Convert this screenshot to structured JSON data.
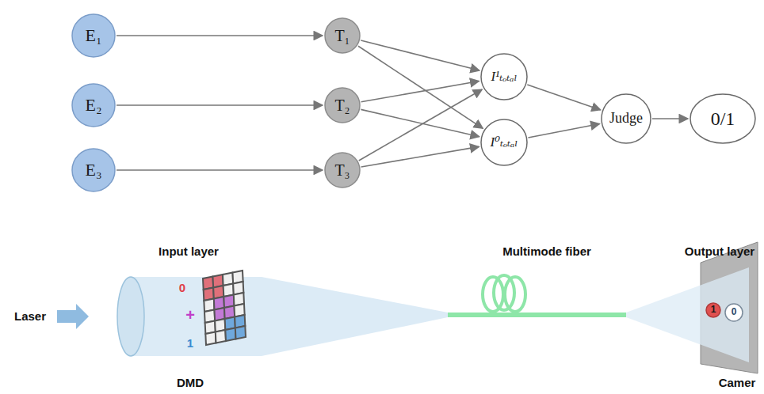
{
  "diagram": {
    "nodes": [
      {
        "text": [
          "E₁"
        ]
      },
      {
        "text": [
          "E₂"
        ]
      },
      {
        "text": [
          "E₃"
        ]
      },
      {
        "text": [
          "T₁"
        ]
      },
      {
        "text": [
          "T₂"
        ]
      },
      {
        "text": [
          "T₃"
        ]
      },
      {
        "text": [
          "I¹ₜₒₜₐₗ"
        ]
      },
      {
        "text": [
          "I⁰ₜₒₜₐₗ"
        ]
      },
      {
        "text": [
          "Judge"
        ]
      },
      {
        "text": [
          "0/1"
        ]
      },
      {
        "text": [
          "1"
        ]
      },
      {
        "text": [
          "0"
        ]
      }
    ],
    "edges": [
      {
        "from": 0,
        "to": 3,
        "arrow": "to"
      },
      {
        "from": 1,
        "to": 4,
        "arrow": "to"
      },
      {
        "from": 2,
        "to": 5,
        "arrow": "to"
      },
      {
        "from": 3,
        "to": 6,
        "arrow": "to"
      },
      {
        "from": 3,
        "to": 7,
        "arrow": "to"
      },
      {
        "from": 4,
        "to": 6,
        "arrow": "to"
      },
      {
        "from": 4,
        "to": 7,
        "arrow": "to"
      },
      {
        "from": 5,
        "to": 6,
        "arrow": "to"
      },
      {
        "from": 5,
        "to": 7,
        "arrow": "to"
      },
      {
        "from": 6,
        "to": 8,
        "arrow": "to"
      },
      {
        "from": 7,
        "to": 8,
        "arrow": "to"
      },
      {
        "from": 8,
        "to": 9,
        "arrow": "to"
      }
    ],
    "labels": [
      "Input layer",
      "Multimode fiber",
      "Output layer",
      "Laser",
      "0",
      "+",
      "1",
      "DMD",
      "Camer"
    ]
  }
}
